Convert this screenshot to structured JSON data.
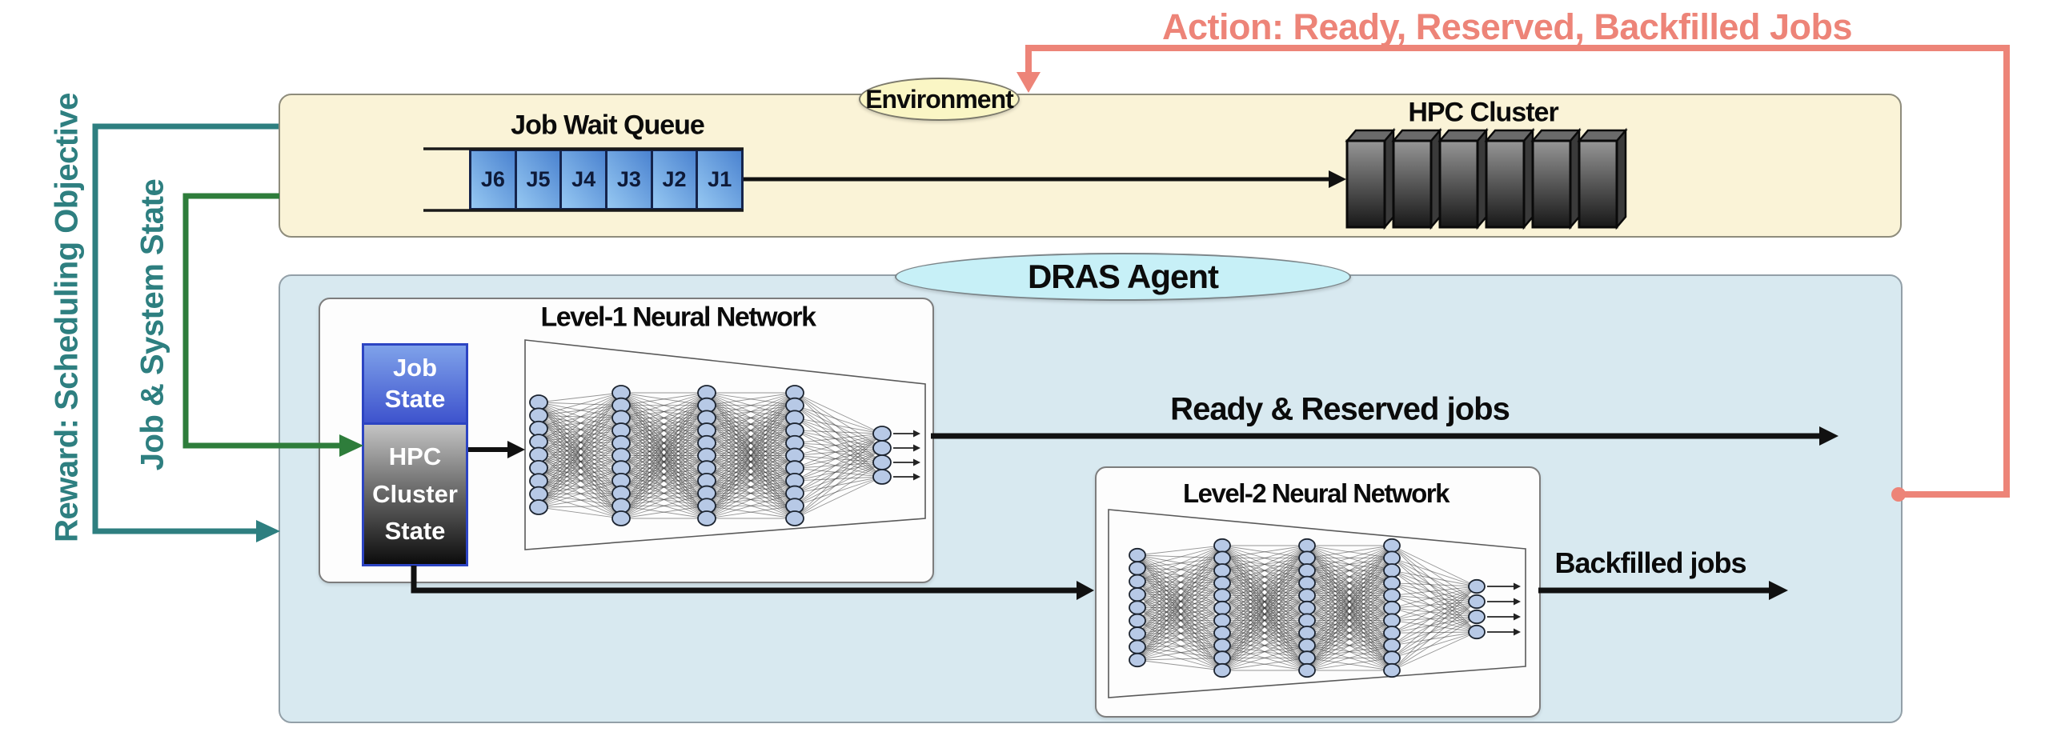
{
  "colors": {
    "teal": "#2E7F80",
    "green": "#2E7D3B",
    "salmon": "#ED8478",
    "ink": "#111111",
    "env_fill": "#FAF3D7",
    "agent_fill": "#D8E9F0"
  },
  "action_label": "Action: Ready, Reserved, Backfilled Jobs",
  "reward_label": "Reward: Scheduling Objective",
  "state_label": "Job & System State",
  "environment": {
    "title": "Environment",
    "queue": {
      "title": "Job Wait Queue",
      "jobs": [
        "J6",
        "J5",
        "J4",
        "J3",
        "J2",
        "J1"
      ]
    },
    "cluster": {
      "title": "HPC Cluster",
      "racks": 6
    }
  },
  "agent": {
    "title": "DRAS Agent",
    "state_stack": {
      "job_state": "Job\nState",
      "cluster_state": "HPC\nCluster\nState"
    },
    "level1": {
      "title": "Level-1 Neural Network",
      "layers": [
        9,
        11,
        11,
        11,
        4
      ]
    },
    "level2": {
      "title": "Level-2 Neural Network",
      "layers": [
        9,
        11,
        11,
        11,
        4
      ]
    },
    "outputs": {
      "ready": "Ready & Reserved jobs",
      "backfilled": "Backfilled jobs"
    }
  }
}
